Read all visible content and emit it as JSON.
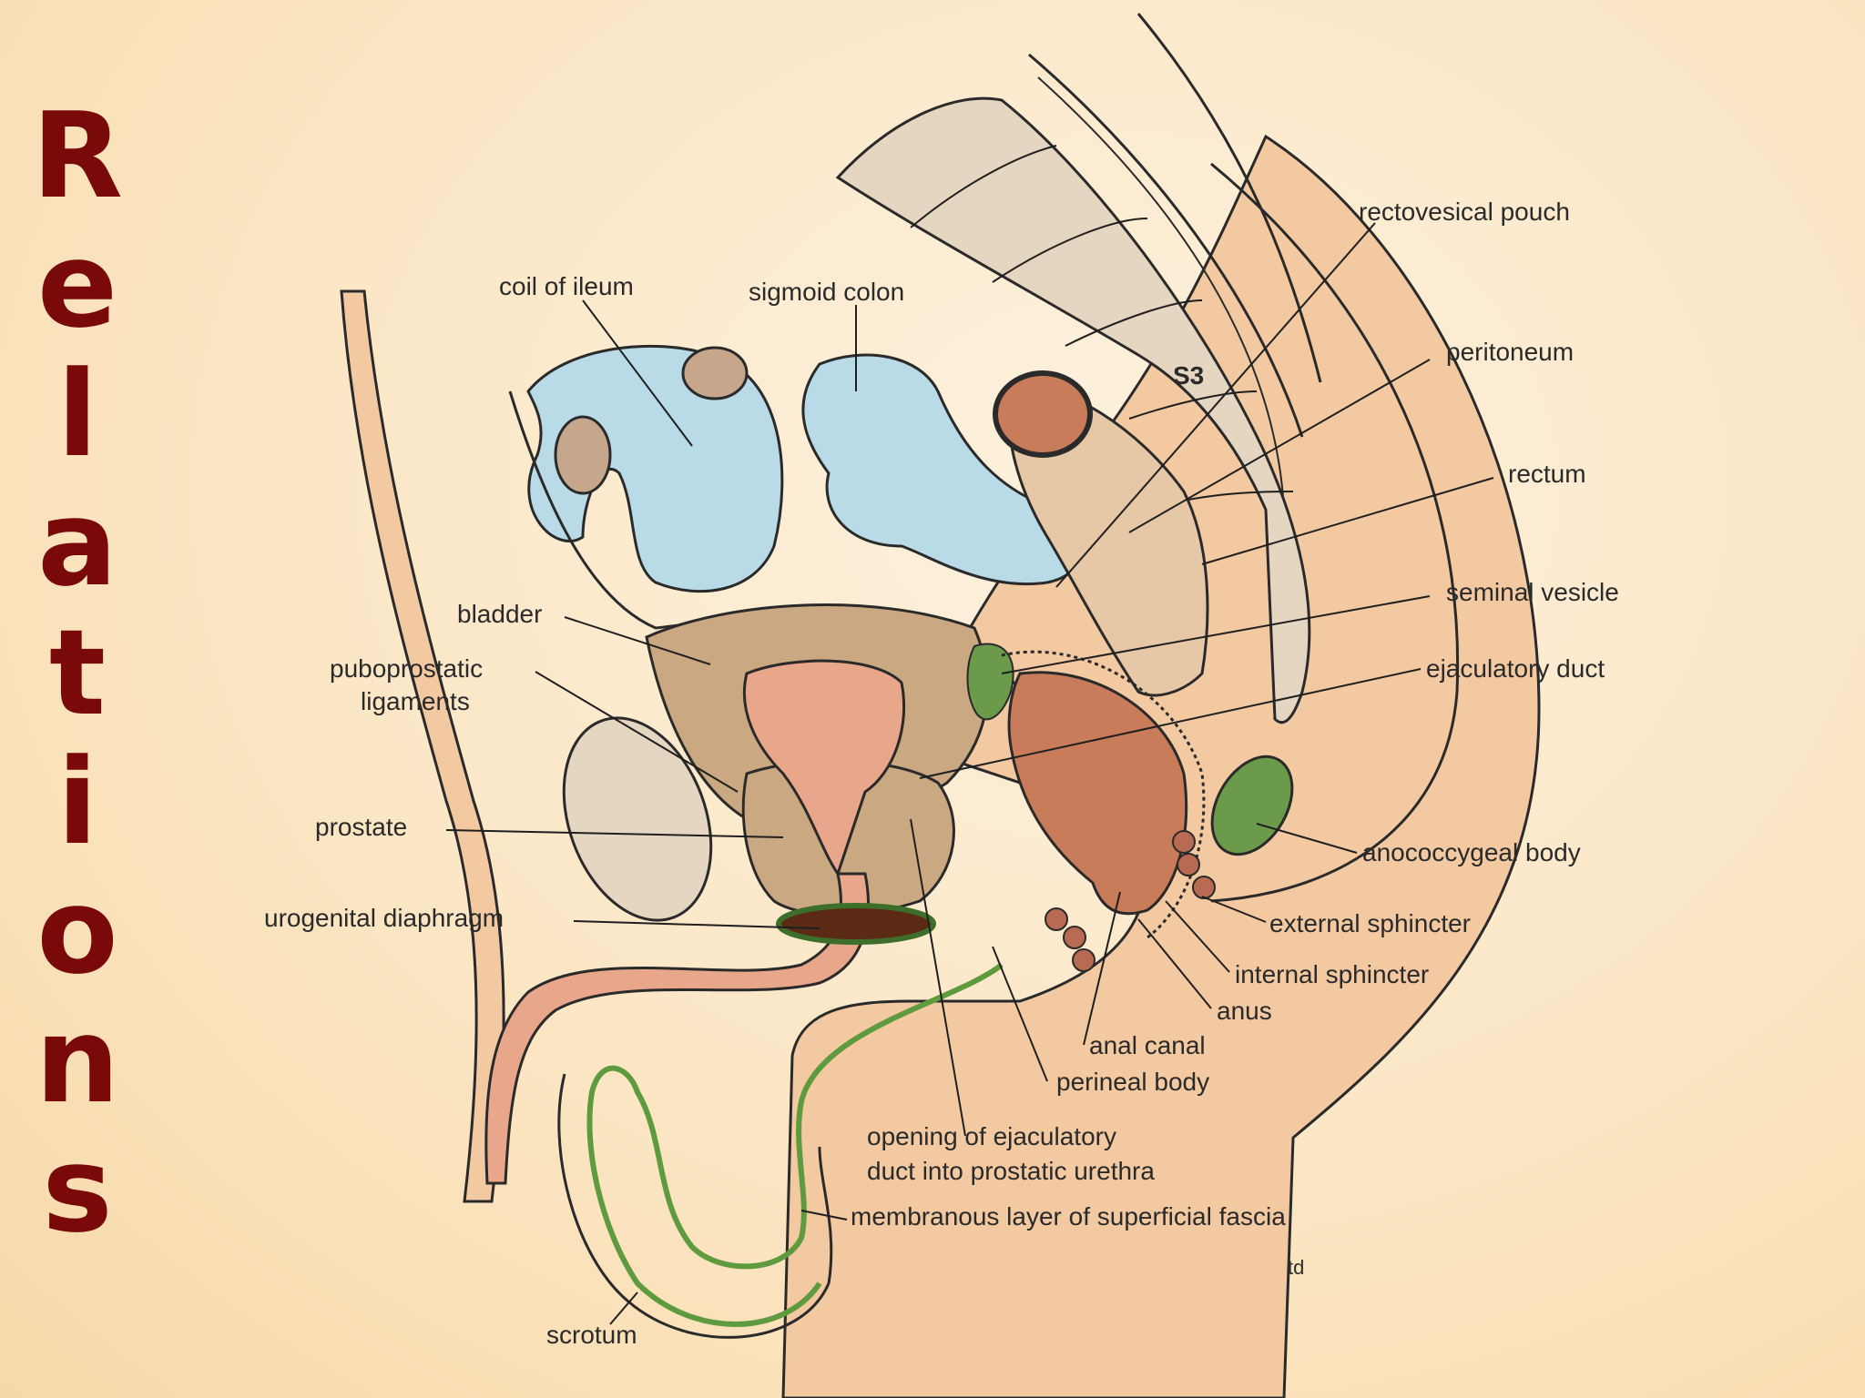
{
  "title_letters": [
    "R",
    "e",
    "l",
    "a",
    "t",
    "i",
    "o",
    "n",
    "s"
  ],
  "labels": {
    "coil_of_ileum": "coil of  ileum",
    "sigmoid_colon": "sigmoid colon",
    "s3": "S3",
    "rectovesical_pouch": "rectovesical pouch",
    "peritoneum": "peritoneum",
    "rectum": "rectum",
    "seminal_vesicle": "seminal vesicle",
    "ejaculatory_duct": "ejaculatory duct",
    "bladder": "bladder",
    "puboprostatic_1": "puboprostatic",
    "puboprostatic_2": "ligaments",
    "prostate": "prostate",
    "urogenital_diaphragm": "urogenital diaphragm",
    "anococcygeal_body": "anococcygeal body",
    "external_sphincter": "external sphincter",
    "internal_sphincter": "internal sphincter",
    "anus": "anus",
    "anal_canal": "anal canal",
    "perineal_body": "perineal body",
    "opening_1": "opening of ejaculatory",
    "opening_2": "duct into prostatic urethra",
    "membranous_layer": "membranous layer of superficial fascia",
    "scrotum": "scrotum",
    "signature": "td"
  },
  "colors": {
    "title": "#7a0a0a",
    "skin": "#f3c9a1",
    "bone": "#e4d6c0",
    "intestine": "#b9dbe8",
    "bladder": "#c9a882",
    "prostate_gland": "#e8a78a",
    "rectum": "#c97c5a",
    "fascia_green": "#6a9a4a"
  }
}
